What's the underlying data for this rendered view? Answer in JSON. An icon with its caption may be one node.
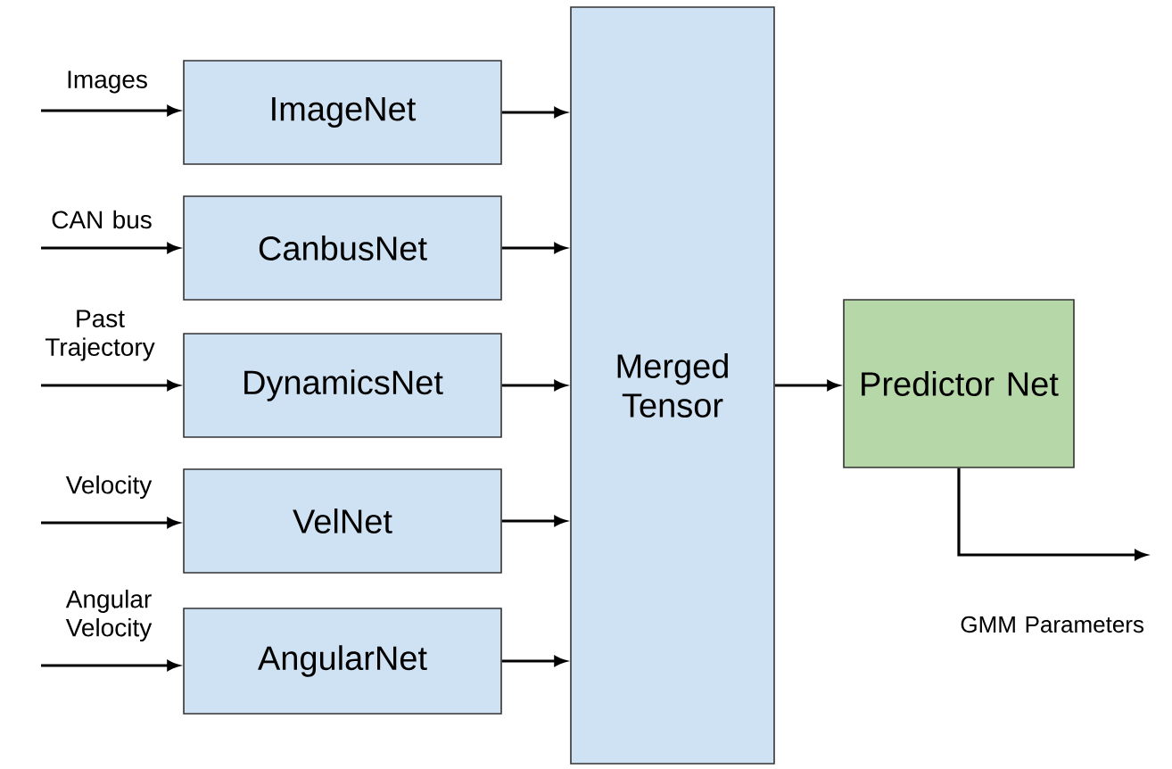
{
  "diagram": {
    "nodes": [
      {
        "text": [
          "ImageNet"
        ]
      },
      {
        "text": [
          "CanbusNet"
        ]
      },
      {
        "text": [
          "DynamicsNet"
        ]
      },
      {
        "text": [
          "VelNet"
        ]
      },
      {
        "text": [
          "AngularNet"
        ]
      },
      {
        "text": [
          "Merged Tensor"
        ]
      },
      {
        "text": [
          "Predictor Net"
        ]
      }
    ],
    "edges": [
      {
        "from": null,
        "to": 0,
        "arrow": "to",
        "label": "Images"
      },
      {
        "from": null,
        "to": 1,
        "arrow": "to",
        "label": "CAN bus"
      },
      {
        "from": null,
        "to": 2,
        "arrow": "to",
        "label": "Past Trajectory"
      },
      {
        "from": null,
        "to": 3,
        "arrow": "to",
        "label": "Velocity"
      },
      {
        "from": null,
        "to": 4,
        "arrow": "to",
        "label": "Angular Velocity"
      },
      {
        "from": 0,
        "to": 5,
        "arrow": "to"
      },
      {
        "from": 1,
        "to": 5,
        "arrow": "to"
      },
      {
        "from": 2,
        "to": 5,
        "arrow": "to"
      },
      {
        "from": 3,
        "to": 5,
        "arrow": "to"
      },
      {
        "from": 4,
        "to": 5,
        "arrow": "to"
      },
      {
        "from": 5,
        "to": 6,
        "arrow": "to"
      },
      {
        "from": 6,
        "to": null,
        "arrow": "to",
        "label": "GMM Parameters"
      }
    ]
  }
}
